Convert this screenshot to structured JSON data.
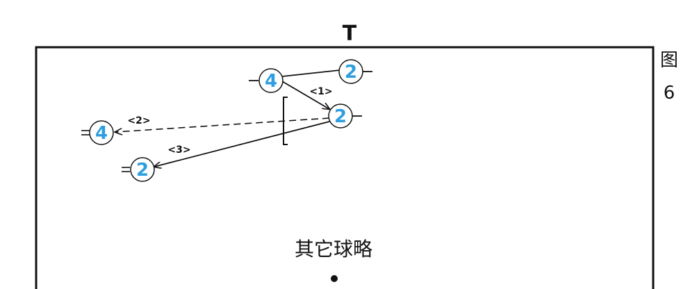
{
  "diagram": {
    "top_marker": "T",
    "figure_label_line1": "图",
    "figure_label_line2": "6",
    "center_note": "其它球略",
    "colors": {
      "player_number": "#2f9ee0",
      "line": "#111111",
      "background": "#ffffff"
    },
    "players": [
      {
        "id": "p-top-left",
        "number": "4"
      },
      {
        "id": "p-top-right",
        "number": "2"
      },
      {
        "id": "p-middle",
        "number": "2"
      },
      {
        "id": "p-left",
        "number": "4"
      },
      {
        "id": "p-lower-left",
        "number": "2"
      }
    ],
    "paths": [
      {
        "label": "<1>"
      },
      {
        "label": "<2>"
      },
      {
        "label": "<3>"
      }
    ]
  }
}
